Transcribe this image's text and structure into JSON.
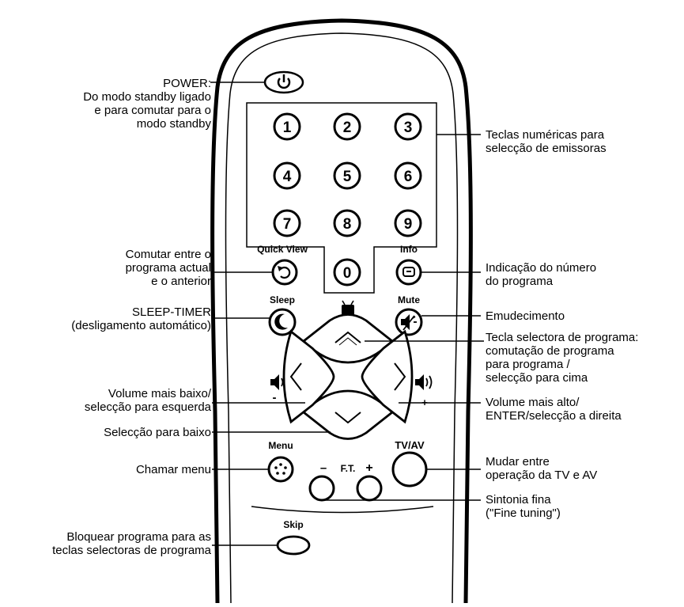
{
  "keys": {
    "numbers": [
      "1",
      "2",
      "3",
      "4",
      "5",
      "6",
      "7",
      "8",
      "9",
      "0"
    ],
    "quick_view": "Quick View",
    "info": "Info",
    "sleep": "Sleep",
    "mute": "Mute",
    "menu": "Menu",
    "tvav": "TV/AV",
    "ft": "F.T.",
    "ft_minus": "–",
    "ft_plus": "+",
    "skip": "Skip",
    "vol_minus_sign": "-",
    "vol_plus_sign": "+"
  },
  "labels": {
    "power": [
      "POWER:",
      "Do modo standby ligado",
      "e para comutar para o",
      "modo standby"
    ],
    "numeric": [
      "Teclas numéricas para",
      "selecção de emissoras"
    ],
    "quickview": [
      "Comutar entre o",
      "programa actual",
      "e o anterior"
    ],
    "info": [
      "Indicação do número",
      "do programa"
    ],
    "sleep": [
      "SLEEP-TIMER",
      "(desligamento automático)"
    ],
    "mute": [
      "Emudecimento"
    ],
    "prog_up": [
      "Tecla selectora de programa:",
      "comutação de programa",
      "para programa /",
      "selecção para cima"
    ],
    "vol_down": [
      "Volume mais baixo/",
      "selecção para esquerda"
    ],
    "vol_up": [
      "Volume mais alto/",
      "ENTER/selecção a direita"
    ],
    "down": [
      "Selecção para baixo"
    ],
    "menu": [
      "Chamar menu"
    ],
    "tvav": [
      "Mudar entre",
      "operação da TV e AV"
    ],
    "finetune": [
      "Sintonia fina",
      "(\"Fine tuning\")"
    ],
    "skip": [
      "Bloquear programa para as",
      "teclas selectoras de programa"
    ]
  }
}
